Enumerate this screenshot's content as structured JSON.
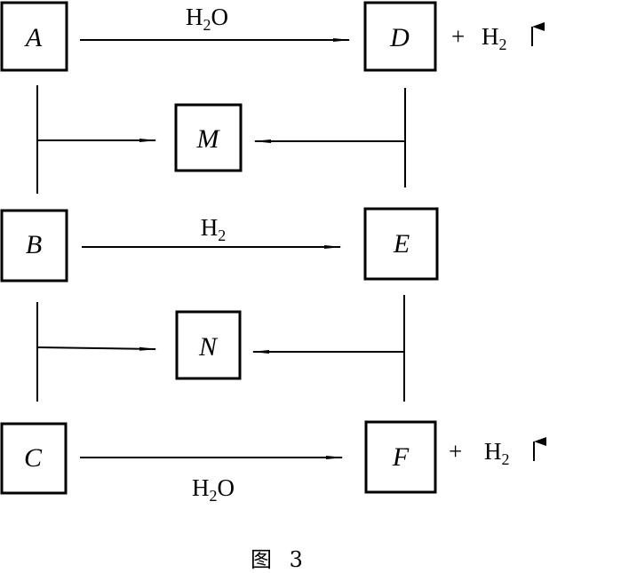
{
  "diagram": {
    "boxes": {
      "A": "A",
      "B": "B",
      "C": "C",
      "D": "D",
      "E": "E",
      "F": "F",
      "M": "M",
      "N": "N"
    },
    "reagents": {
      "a_to_d": {
        "main": "H",
        "sub": "2",
        "tail": "O"
      },
      "b_to_e": {
        "main": "H",
        "sub": "2",
        "tail": ""
      },
      "c_to_f": {
        "main": "H",
        "sub": "2",
        "tail": "O"
      }
    },
    "byproducts": {
      "d": {
        "plus": "+",
        "main": "H",
        "sub": "2"
      },
      "f": {
        "plus": "+",
        "main": "H",
        "sub": "2"
      }
    },
    "caption": "图 3"
  }
}
